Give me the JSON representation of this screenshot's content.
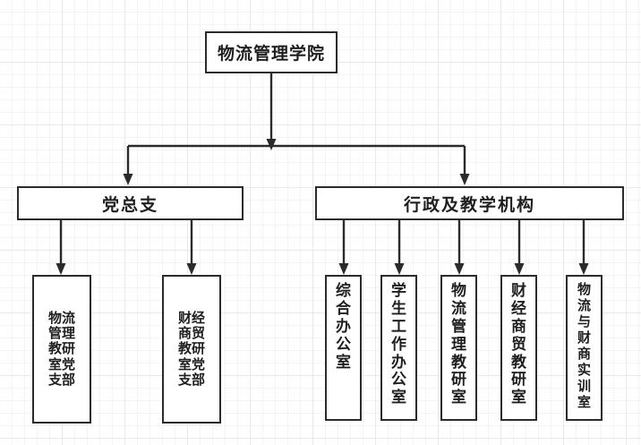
{
  "diagram": {
    "title": "物流管理学院",
    "type": "organization-chart",
    "background": "#ffffff",
    "grid_color": "#e9e9e9",
    "line_color": "#2b2b2b",
    "text_color": "#1f1f1f",
    "root": {
      "label": "物流管理学院"
    },
    "level2": [
      {
        "id": "party",
        "label": "党总支"
      },
      {
        "id": "admin",
        "label": "行政及教学机构"
      }
    ],
    "party_children": [
      {
        "id": "logistics-party-branch",
        "label": "物流管理教研室党支部"
      },
      {
        "id": "finance-party-branch",
        "label": "财经商贸教研室党支部"
      }
    ],
    "admin_children": [
      {
        "id": "general-office",
        "label": "综合办公室"
      },
      {
        "id": "student-affairs-office",
        "label": "学生工作办公室"
      },
      {
        "id": "logistics-teaching-office",
        "label": "物流管理教研室"
      },
      {
        "id": "finance-teaching-office",
        "label": "财经商贸教研室"
      },
      {
        "id": "training-room",
        "label": "物流与财商实训室"
      }
    ]
  }
}
